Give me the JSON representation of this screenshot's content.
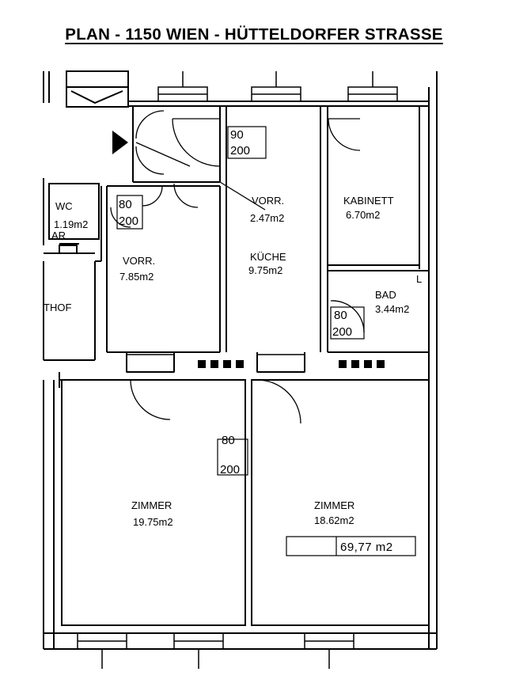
{
  "title": "PLAN - 1150 WIEN - HÜTTELDORFER STRASSE",
  "rooms": [
    {
      "name": "WC",
      "area": "1.19m2"
    },
    {
      "name": "VORR.",
      "area": "7.85m2"
    },
    {
      "name": "VORR.",
      "area": "2.47m2"
    },
    {
      "name": "KÜCHE",
      "area": "9.75m2"
    },
    {
      "name": "KABINETT",
      "area": "6.70m2"
    },
    {
      "name": "BAD",
      "area": "3.44m2"
    },
    {
      "name": "ZIMMER",
      "area": "19.75m2"
    },
    {
      "name": "ZIMMER",
      "area": "18.62m2"
    }
  ],
  "doors": [
    {
      "width": "90",
      "height": "200"
    },
    {
      "width": "80",
      "height": "200"
    },
    {
      "width": "80",
      "height": "200"
    },
    {
      "width": "80",
      "height": "200"
    }
  ],
  "other_labels": {
    "ar": "AR",
    "hof": "THOF",
    "l_mark": "L"
  },
  "total_area": "69,77  m2"
}
